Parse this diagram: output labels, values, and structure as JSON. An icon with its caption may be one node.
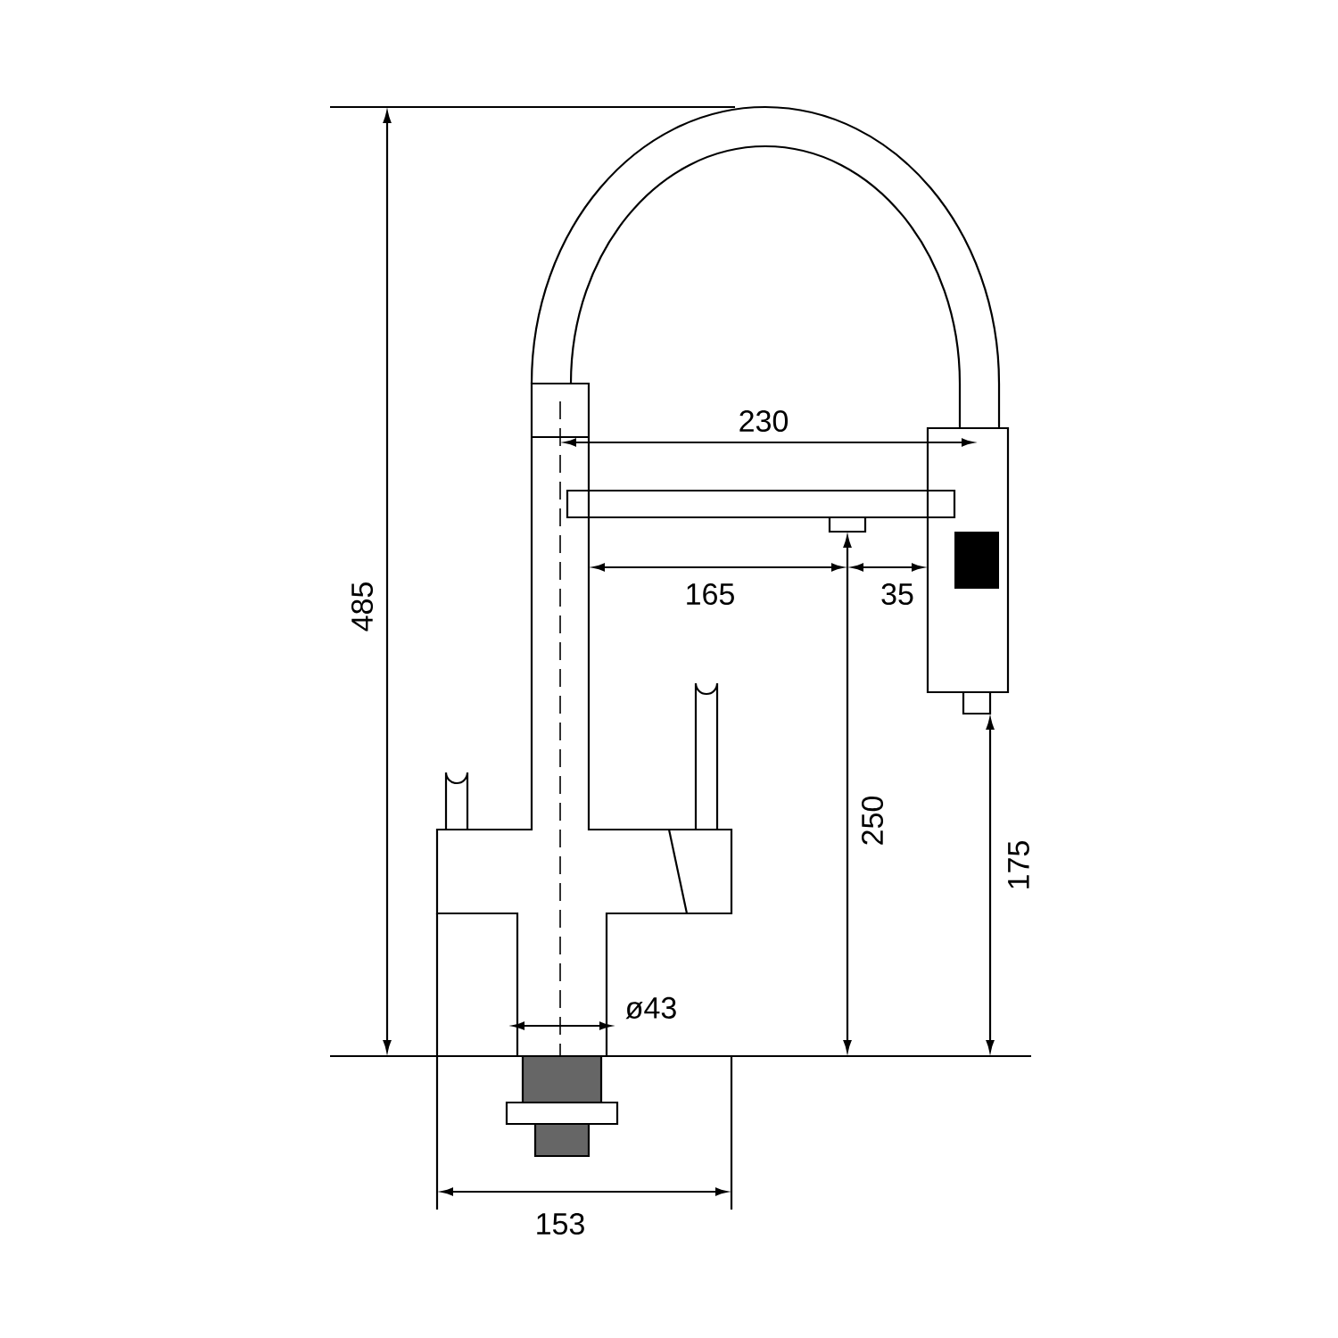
{
  "diagram": {
    "labels": [
      "485",
      "230",
      "165",
      "35",
      "250",
      "175",
      "ø43",
      "153"
    ]
  }
}
